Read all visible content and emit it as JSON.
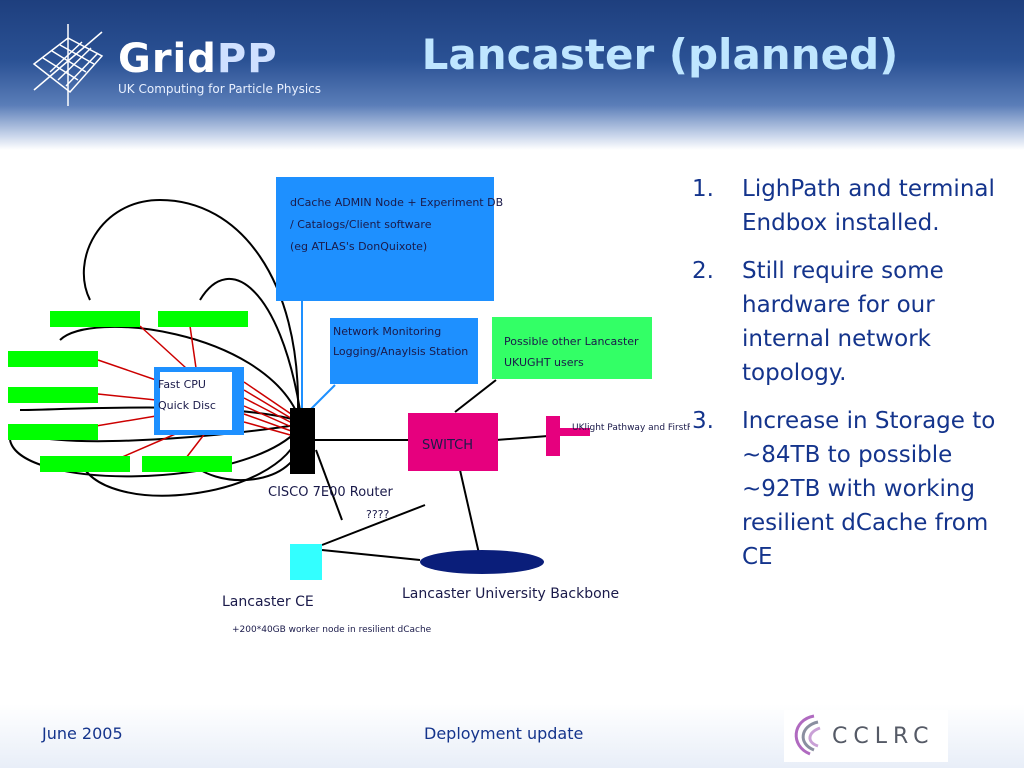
{
  "header": {
    "logo_name": "GridPP",
    "logo_grid": "Grid",
    "logo_pp": "PP",
    "logo_tagline": "UK Computing for Particle Physics",
    "title": "Lancaster (planned)"
  },
  "diagram": {
    "dcache_box": [
      "dCache ADMIN Node + Experiment DB",
      "/ Catalogs/Client software",
      "(eg ATLAS's DonQuixote)"
    ],
    "monitoring_box": [
      "Network Monitoring",
      "Logging/Anaylsis Station"
    ],
    "ukught_box": [
      "Possible other Lancaster",
      "UKUGHT users"
    ],
    "fastcpu_box": [
      "Fast CPU",
      "Quick Disc"
    ],
    "switch_label": "SWITCH",
    "router_label": "CISCO 7E00 Router",
    "ukught_link_label": "UKlight Pathway and FirstFix",
    "unknown_label": "????",
    "ce_label": "Lancaster CE",
    "backbone_label": "Lancaster University Backbone",
    "worker_label": "+200*40GB worker node in resilient dCache"
  },
  "points": [
    {
      "num": "1.",
      "text": "LighPath and terminal Endbox installed."
    },
    {
      "num": "2.",
      "text": "Still require some hardware for our internal network topology."
    },
    {
      "num": "3.",
      "text": "Increase in Storage to ~84TB to possible ~92TB with working resilient dCache from CE"
    }
  ],
  "footer": {
    "date": "June 2005",
    "subject": "Deployment update",
    "org_logo": "CCLRC"
  },
  "colors": {
    "header_blue": "#1e3f7e",
    "title": "#bfe6ff",
    "text_blue": "#14348c",
    "green": "#00ff00",
    "box_blue": "#1e90ff",
    "switch_magenta": "#e6007e",
    "ce_cyan": "#33ffff",
    "backbone_navy": "#0a1e7a"
  }
}
